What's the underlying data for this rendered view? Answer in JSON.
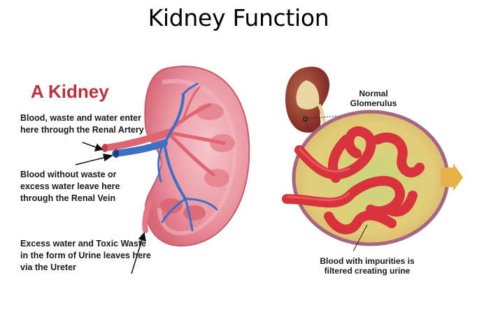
{
  "title": "Kidney Function",
  "left_panel": {
    "heading": "A Kidney",
    "heading_color": "#c0303c",
    "labels": {
      "artery": "Blood, waste and water enter here through the Renal Artery",
      "vein": "Blood without waste or excess water leave here through the Renal Vein",
      "ureter": "Excess water and Toxic Waste in the form of Urine leaves here via the Ureter"
    },
    "colors": {
      "kidney_body": "#e98a95",
      "artery": "#e06570",
      "vein": "#3b6fc8"
    }
  },
  "right_panel": {
    "labels": {
      "glomerulus": "Normal Glomerulus",
      "filter": "Blood with impurities is filtered creating urine"
    },
    "colors": {
      "capsule": "#d9c87a",
      "capsule_border": "#a7657f",
      "capillaries": "#d8323c",
      "arrow": "#e8b24a"
    }
  }
}
